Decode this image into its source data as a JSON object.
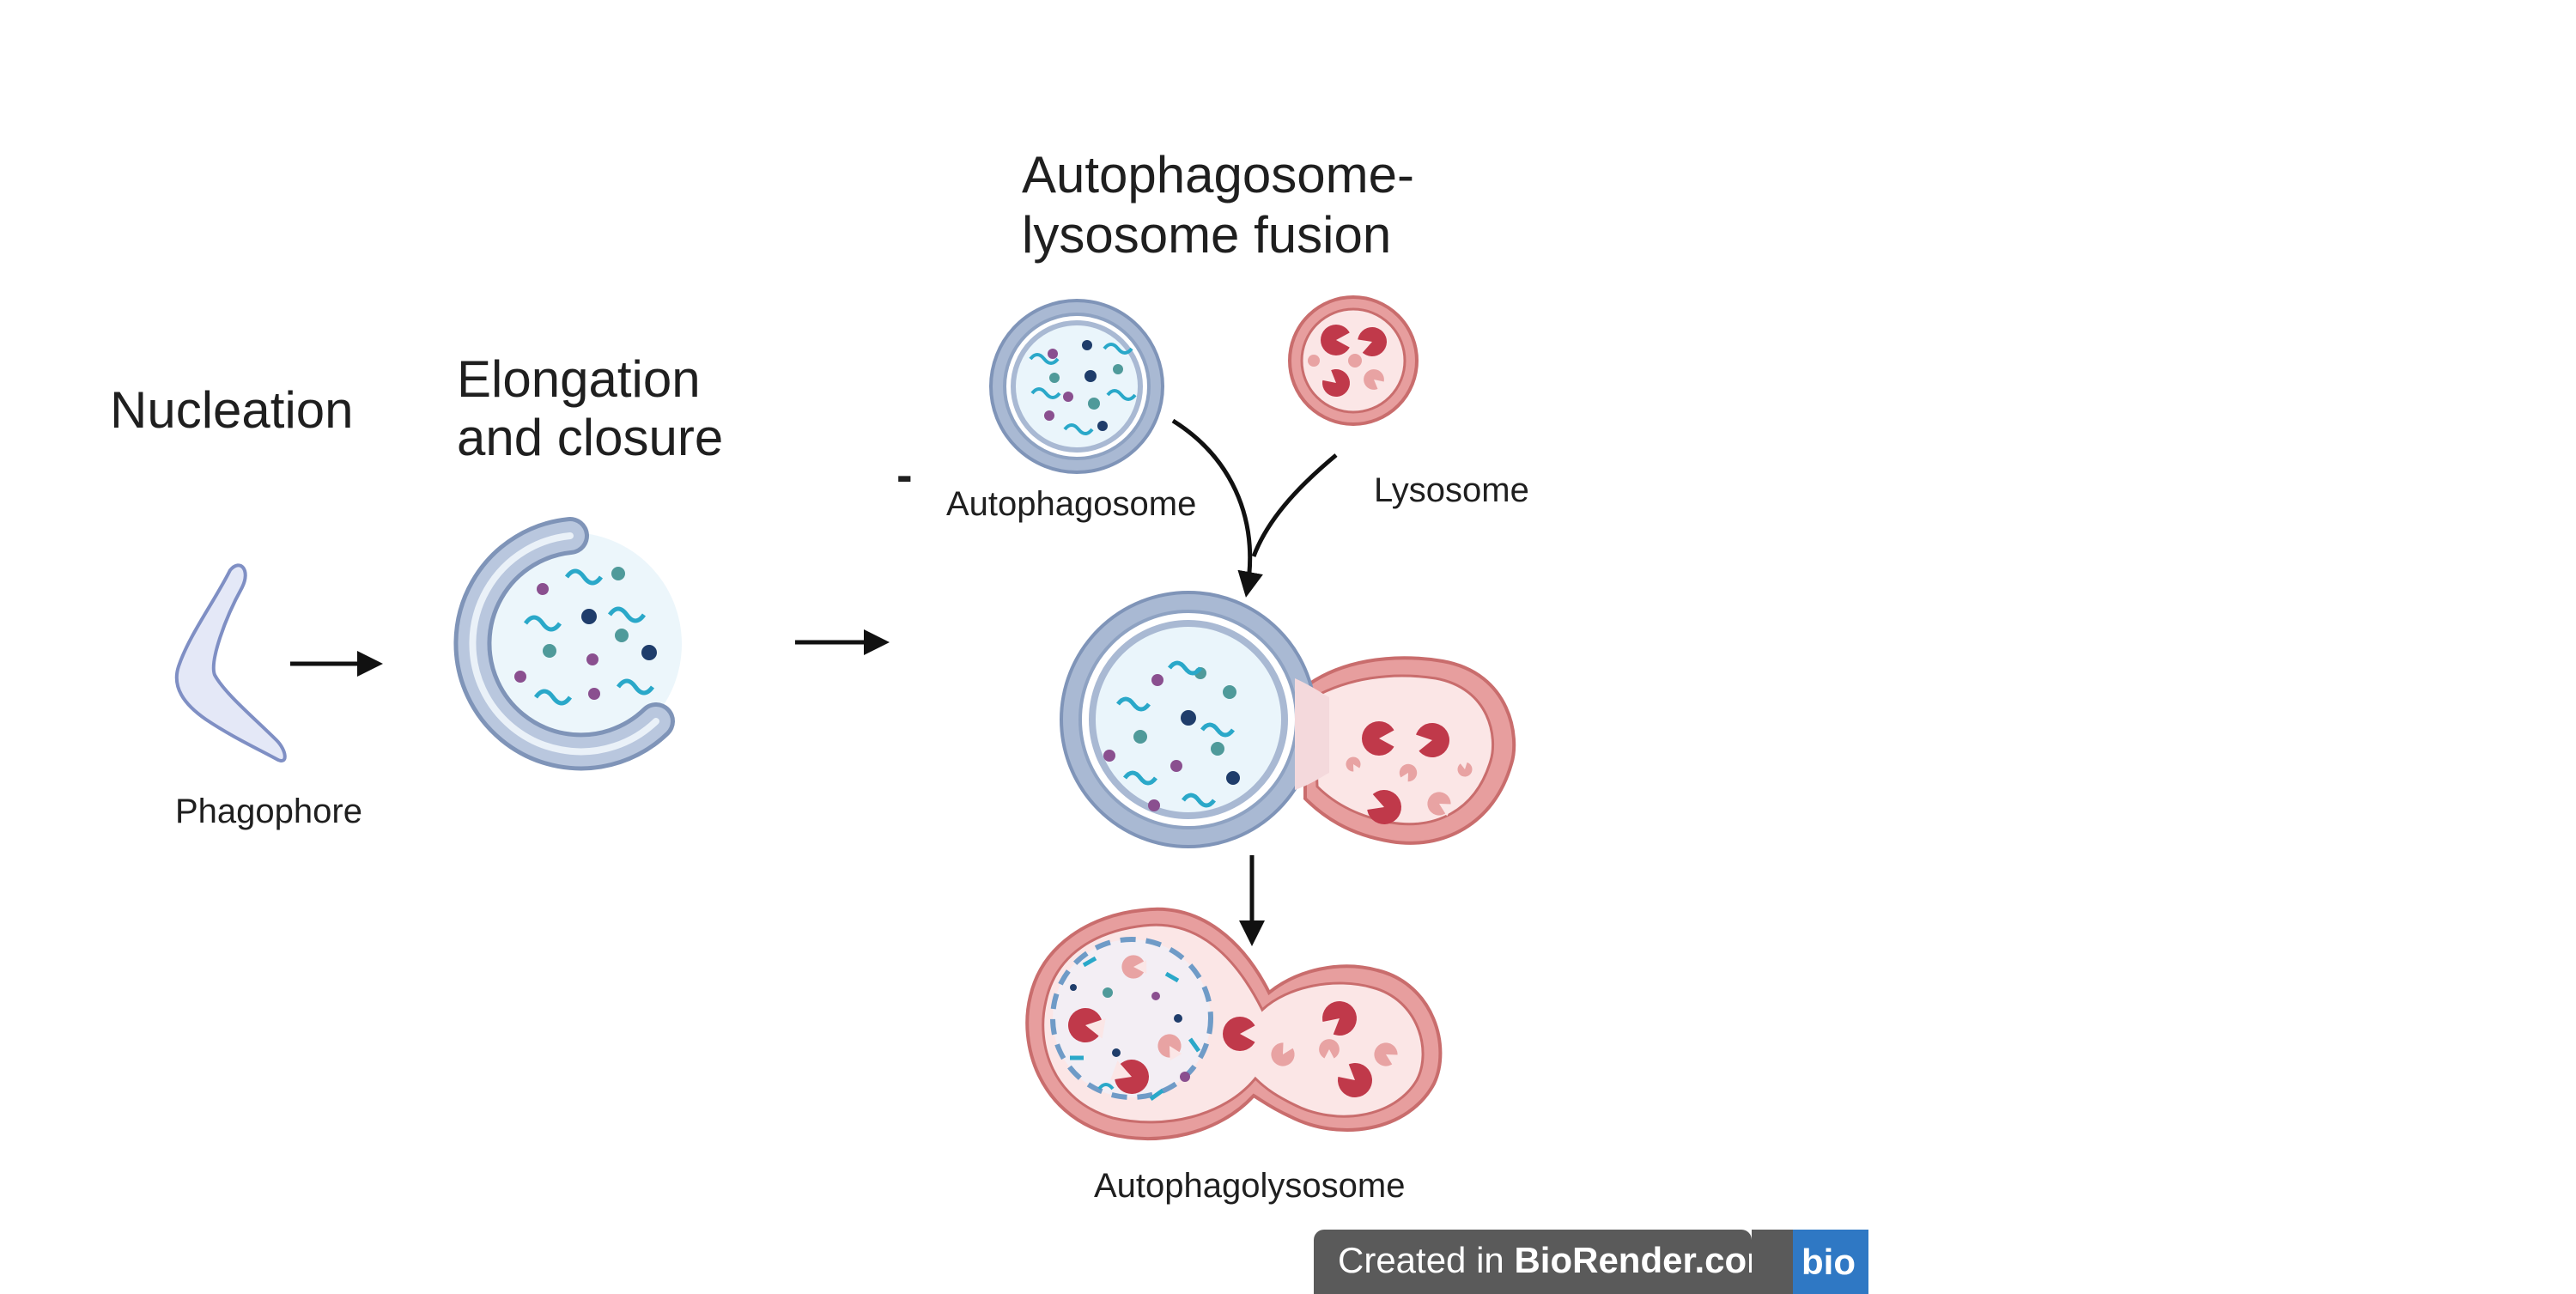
{
  "stages": {
    "nucleation": "Nucleation",
    "elongation_line1": "Elongation",
    "elongation_line2": "and closure",
    "fusion_line1": "Autophagosome-",
    "fusion_line2": "lysosome fusion"
  },
  "labels": {
    "phagophore": "Phagophore",
    "autophagosome": "Autophagosome",
    "lysosome": "Lysosome",
    "autophagolysosome": "Autophagolysosome",
    "stray_mark": "-"
  },
  "badge": {
    "prefix": "Created in ",
    "brand": "BioRender.com",
    "logo_text": "bio",
    "logo_color": "#2f78c4",
    "bar_color": "#5a5a5a"
  },
  "colors": {
    "membrane_blue": "#a9b9d3",
    "membrane_blue_edge": "#7f94b8",
    "membrane_red": "#e79e9e",
    "membrane_red_edge": "#c96d6d",
    "lumen_blue": "#eaf3f9",
    "lumen_red": "#fbe6e6",
    "enzyme_dark": "#c0394a",
    "enzyme_light": "#e8a3a3",
    "cargo_teal": "#2aa8c9",
    "cargo_navy": "#1f3d6b",
    "cargo_purple": "#8a4f8f",
    "cargo_green": "#4f9a9a"
  }
}
